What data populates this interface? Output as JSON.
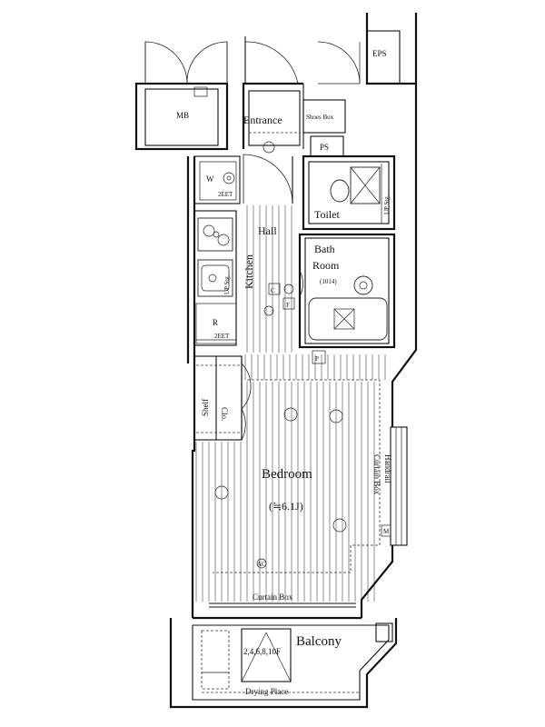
{
  "rooms": {
    "eps": "EPS",
    "mb": "MB",
    "entrance": "Entrance",
    "shoes_box": "Shoes Box",
    "ps": "PS",
    "w": "W",
    "w_dim": "2EET",
    "toilet": "Toilet",
    "up_stg_toilet": "UP Stg.",
    "hall": "Hall",
    "kitchen": "Kitchen",
    "bath_line1": "Bath",
    "bath_line2": "Room",
    "bath_dim": "(1014)",
    "up_stg_kitchen": "UP Stg.",
    "r": "R",
    "r_dim": "2EET",
    "c": "C",
    "f": "F",
    "p": "P",
    "shelf": "Shelf",
    "clo": "Clo.",
    "bedroom": "Bedroom",
    "bedroom_area": "(≒6.1J)",
    "curtain_box_side": "Curtain Box",
    "handrail": "Handrail",
    "m": "M",
    "curtain_box_bottom": "Curtain Box",
    "ac": "AC",
    "balcony": "Balcony",
    "floors": "2,4,6,8,10F",
    "drying_place": "Drying Place"
  }
}
